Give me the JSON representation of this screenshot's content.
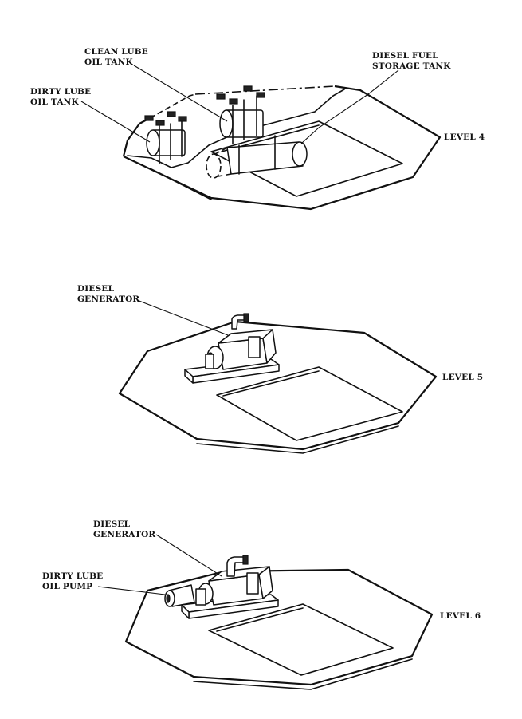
{
  "labels": {
    "clean_lube_oil_tank": [
      "CLEAN LUBE",
      "OIL TANK"
    ],
    "diesel_fuel_storage_tank": [
      "DIESEL FUEL",
      "STORAGE TANK"
    ],
    "dirty_lube_oil_tank": [
      "DIRTY LUBE",
      "OIL TANK"
    ],
    "level_4": "LEVEL 4",
    "diesel_generator_5": [
      "DIESEL",
      "GENERATOR"
    ],
    "level_5": "LEVEL 5",
    "diesel_generator_6": [
      "DIESEL",
      "GENERATOR"
    ],
    "dirty_lube_oil_pump": [
      "DIRTY LUBE",
      "OIL PUMP"
    ],
    "level_6": "LEVEL 6"
  }
}
